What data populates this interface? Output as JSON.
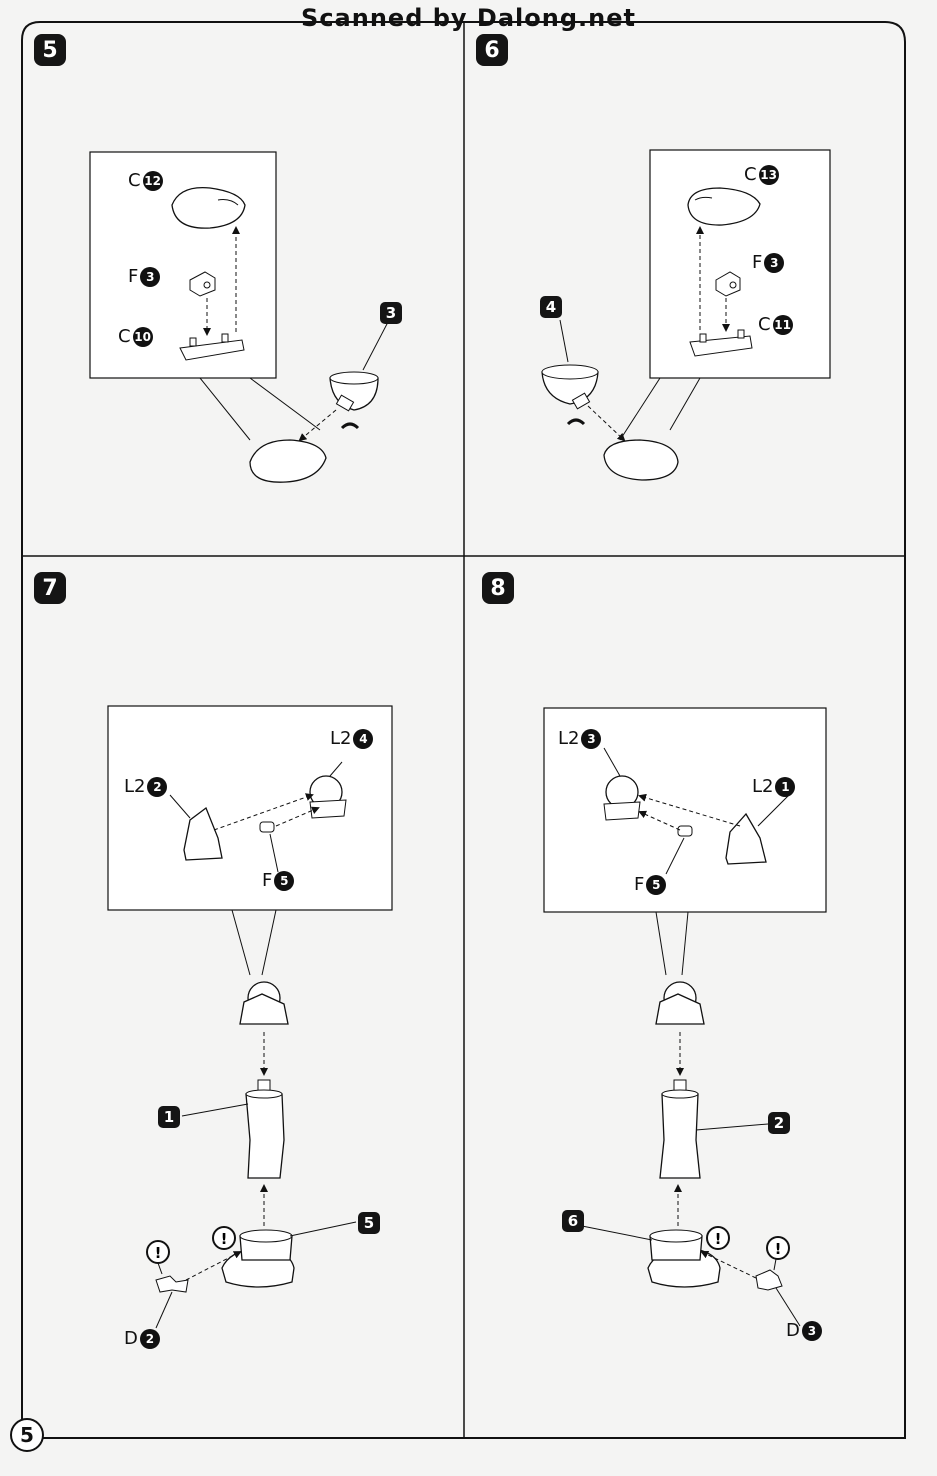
{
  "banner": "Scanned by Dalong.net",
  "page_number": "5",
  "steps": [
    {
      "number": "5",
      "parts": [
        {
          "letter": "C",
          "num": "12"
        },
        {
          "letter": "F",
          "num": "3"
        },
        {
          "letter": "C",
          "num": "10"
        }
      ],
      "callout": "3"
    },
    {
      "number": "6",
      "parts": [
        {
          "letter": "C",
          "num": "13"
        },
        {
          "letter": "F",
          "num": "3"
        },
        {
          "letter": "C",
          "num": "11"
        }
      ],
      "callout": "4"
    },
    {
      "number": "7",
      "parts": [
        {
          "letter": "L2",
          "num": "2"
        },
        {
          "letter": "L2",
          "num": "4"
        },
        {
          "letter": "F",
          "num": "5"
        },
        {
          "letter": "D",
          "num": "2"
        }
      ],
      "callouts": [
        "1",
        "5"
      ]
    },
    {
      "number": "8",
      "parts": [
        {
          "letter": "L2",
          "num": "3"
        },
        {
          "letter": "L2",
          "num": "1"
        },
        {
          "letter": "F",
          "num": "5"
        },
        {
          "letter": "D",
          "num": "3"
        }
      ],
      "callouts": [
        "2",
        "6"
      ]
    }
  ],
  "caution_icon": "exclamation-circle-icon"
}
